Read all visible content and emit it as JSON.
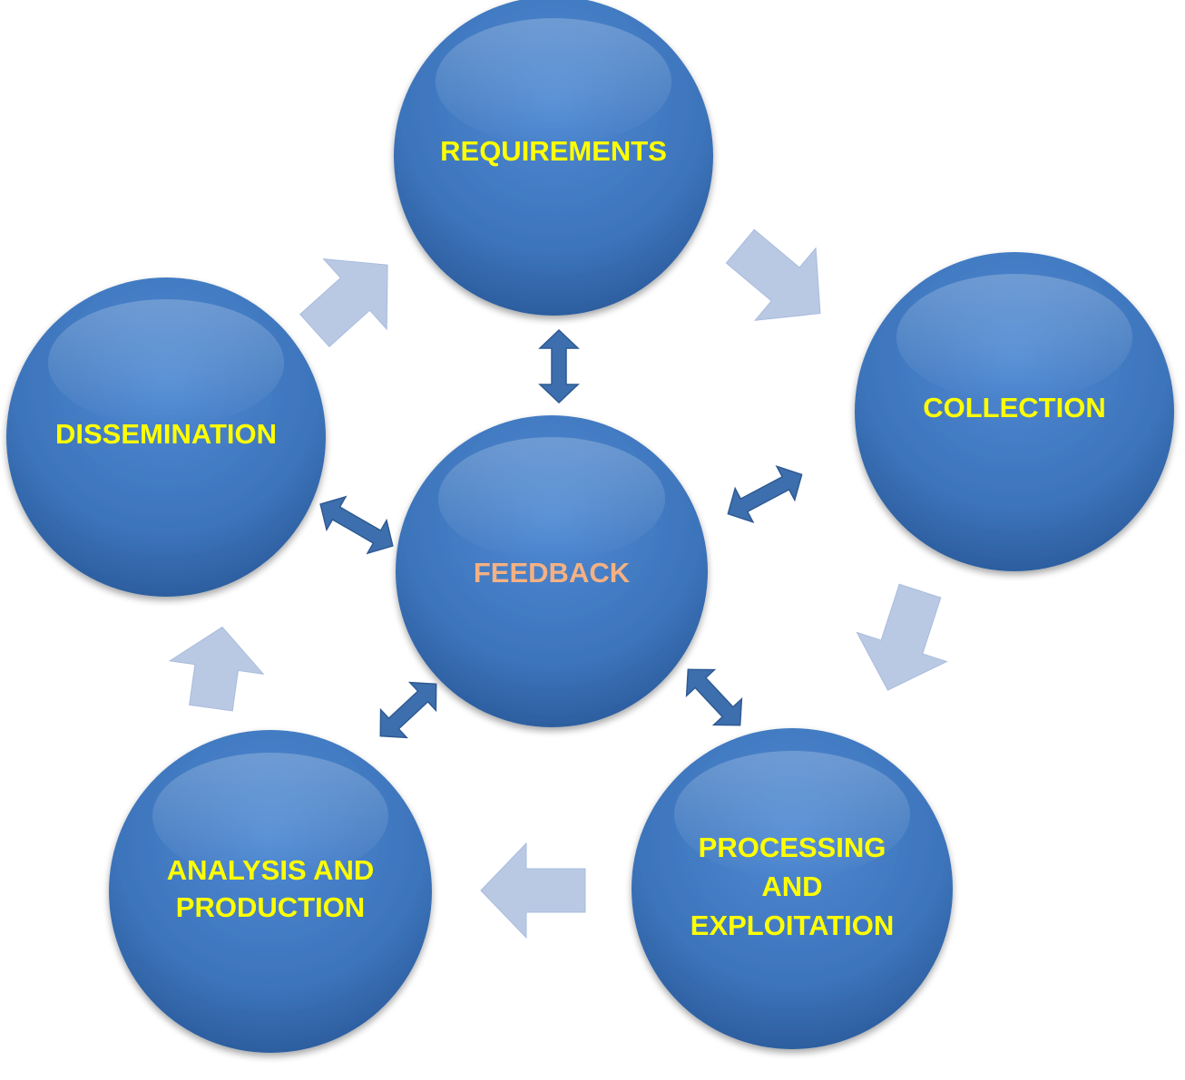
{
  "diagram": {
    "type": "cycle",
    "colors": {
      "circle_fill": "#3f7ac3",
      "circle_light": "#5b93d8",
      "circle_dark": "#2a5c9d",
      "stage_text": "#ffff00",
      "hub_text": "#f4b183",
      "cycle_arrow": "#b9c9e4",
      "link_arrow": "#3d6fae"
    },
    "hub": {
      "name": "feedback",
      "label": "FEEDBACK"
    },
    "stages": [
      {
        "name": "requirements",
        "lines": [
          "REQUIREMENTS"
        ]
      },
      {
        "name": "collection",
        "lines": [
          "COLLECTION"
        ]
      },
      {
        "name": "processing-and-exploitation",
        "lines": [
          "PROCESSING",
          "AND",
          "EXPLOITATION"
        ]
      },
      {
        "name": "analysis-and-production",
        "lines": [
          "ANALYSIS AND",
          "PRODUCTION"
        ]
      },
      {
        "name": "dissemination",
        "lines": [
          "DISSEMINATION"
        ]
      }
    ],
    "cycle_arrows": [
      {
        "from": "requirements",
        "to": "collection"
      },
      {
        "from": "collection",
        "to": "processing-and-exploitation"
      },
      {
        "from": "processing-and-exploitation",
        "to": "analysis-and-production"
      },
      {
        "from": "analysis-and-production",
        "to": "dissemination"
      },
      {
        "from": "dissemination",
        "to": "requirements"
      }
    ],
    "links": [
      {
        "hub": "feedback",
        "stage": "requirements",
        "direction": "both"
      },
      {
        "hub": "feedback",
        "stage": "collection",
        "direction": "both"
      },
      {
        "hub": "feedback",
        "stage": "processing-and-exploitation",
        "direction": "both"
      },
      {
        "hub": "feedback",
        "stage": "analysis-and-production",
        "direction": "both"
      },
      {
        "hub": "feedback",
        "stage": "dissemination",
        "direction": "both"
      }
    ]
  }
}
